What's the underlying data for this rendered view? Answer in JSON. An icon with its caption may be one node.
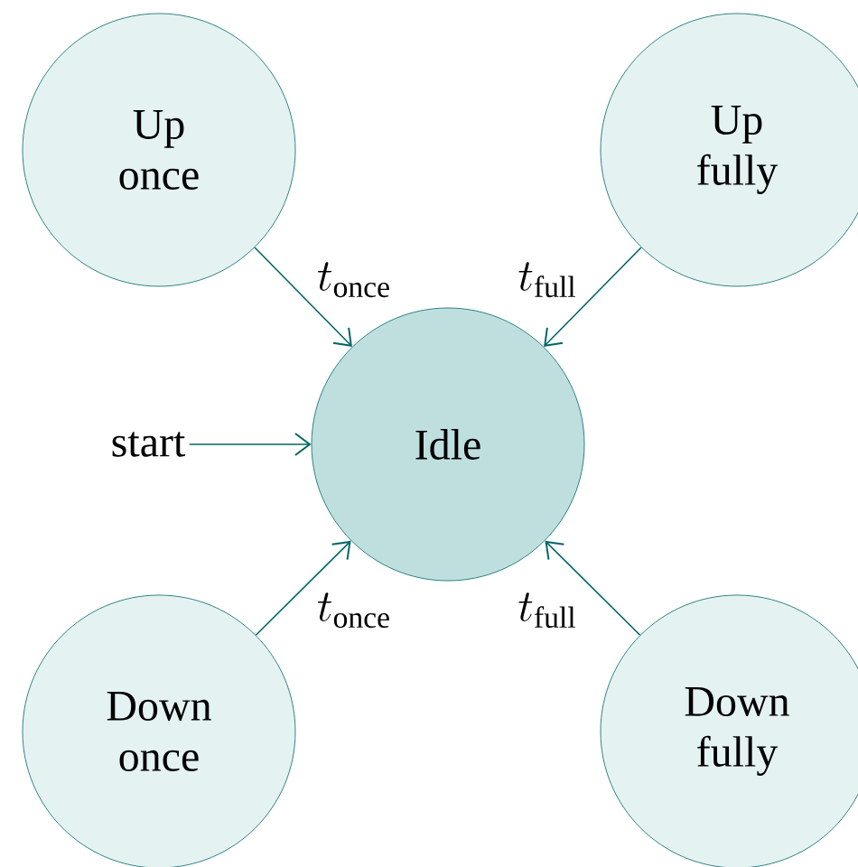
{
  "diagram": {
    "nodes": [
      {
        "text": [
          "Up once"
        ]
      },
      {
        "text": [
          "Up fully"
        ]
      },
      {
        "text": [
          "start"
        ]
      },
      {
        "text": [
          "Idle"
        ]
      },
      {
        "text": [
          "Down once"
        ]
      },
      {
        "text": [
          "Down fully"
        ]
      }
    ],
    "edges": [
      {
        "from": 0,
        "to": 3,
        "arrow": "to",
        "label": "t_{\\mathrm{once}}"
      },
      {
        "from": 1,
        "to": 3,
        "arrow": "to",
        "label": "t_{\\mathrm{full}}"
      },
      {
        "from": 2,
        "to": 3,
        "arrow": "to"
      },
      {
        "from": 4,
        "to": 3,
        "arrow": "to",
        "label": "t_{\\mathrm{once}}"
      },
      {
        "from": 5,
        "to": 3,
        "arrow": "to",
        "label": "t_{\\mathrm{full}}"
      }
    ]
  }
}
